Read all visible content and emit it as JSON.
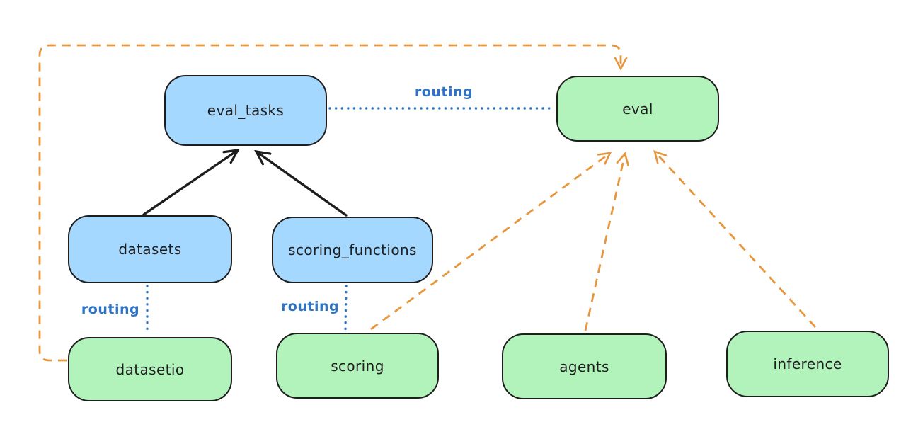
{
  "colors": {
    "background": "#ffffff",
    "node_border": "#1e1e1e",
    "node_blue_fill": "#a5d8ff",
    "node_green_fill": "#b2f2bb",
    "arrow_black": "#1e1e1e",
    "arrow_orange": "#e8963c",
    "routing_blue": "#2f74c4"
  },
  "nodes": {
    "eval_tasks": {
      "label": "eval_tasks",
      "color": "blue"
    },
    "eval": {
      "label": "eval",
      "color": "green"
    },
    "datasets": {
      "label": "datasets",
      "color": "blue"
    },
    "scoring_functions": {
      "label": "scoring_functions",
      "color": "blue"
    },
    "datasetio": {
      "label": "datasetio",
      "color": "green"
    },
    "scoring": {
      "label": "scoring",
      "color": "green"
    },
    "agents": {
      "label": "agents",
      "color": "green"
    },
    "inference": {
      "label": "inference",
      "color": "green"
    }
  },
  "edges": [
    {
      "from": "datasets",
      "to": "eval_tasks",
      "style": "solid-arrow",
      "label": ""
    },
    {
      "from": "scoring_functions",
      "to": "eval_tasks",
      "style": "solid-arrow",
      "label": ""
    },
    {
      "from": "eval_tasks",
      "to": "eval",
      "style": "dotted",
      "label": "routing"
    },
    {
      "from": "datasets",
      "to": "datasetio",
      "style": "dotted",
      "label": "routing"
    },
    {
      "from": "scoring_functions",
      "to": "scoring",
      "style": "dotted",
      "label": "routing"
    },
    {
      "from": "datasetio",
      "to": "eval",
      "style": "dashed-arrow",
      "label": ""
    },
    {
      "from": "scoring",
      "to": "eval",
      "style": "dashed-arrow",
      "label": ""
    },
    {
      "from": "agents",
      "to": "eval",
      "style": "dashed-arrow",
      "label": ""
    },
    {
      "from": "inference",
      "to": "eval",
      "style": "dashed-arrow",
      "label": ""
    }
  ]
}
